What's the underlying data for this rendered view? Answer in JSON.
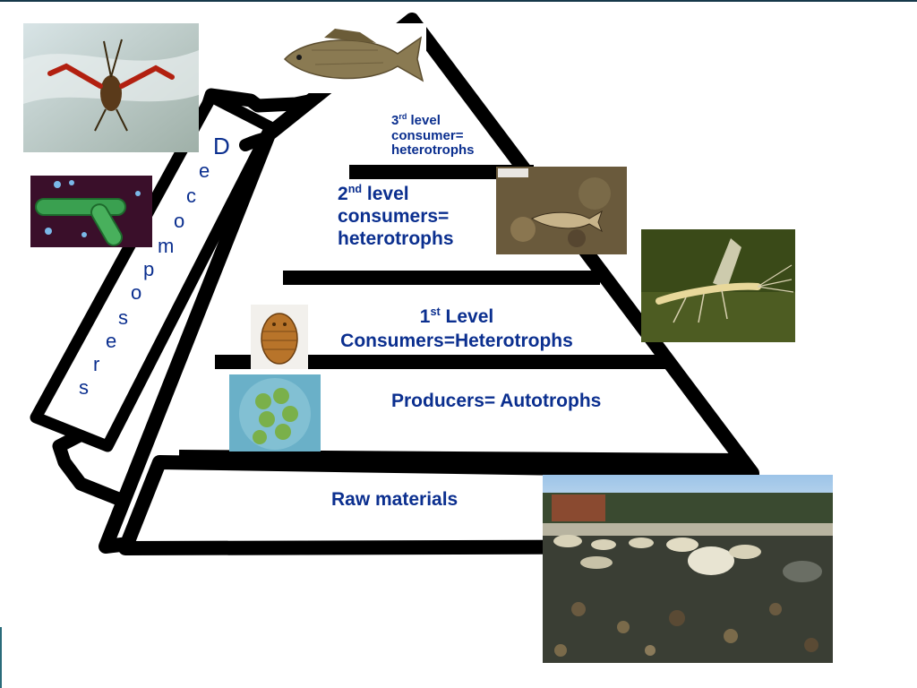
{
  "pyramid": {
    "level3": {
      "sup": "rd",
      "text": "level\nconsumer=\nheterotrophs",
      "num": "3"
    },
    "level2": {
      "num": "2",
      "sup": "nd",
      "line1": "level",
      "line2": "consumers=",
      "line3": "heterotrophs"
    },
    "level1": {
      "num": "1",
      "sup": "st",
      "line1": "Level",
      "line2": "Consumers=Heterotrophs"
    },
    "producers": {
      "text": "Producers= Autotrophs"
    },
    "raw": {
      "text": "Raw materials"
    }
  },
  "decomposers": {
    "letters": [
      "D",
      "e",
      "c",
      "o",
      "m",
      "p",
      "o",
      "s",
      "e",
      "r",
      "s"
    ]
  },
  "colors": {
    "text": "#0b2f8f",
    "outline": "#000000",
    "background": "#ffffff"
  },
  "photos": [
    "crayfish-photo",
    "bass-fish-photo",
    "bacteria-photo",
    "minnow-photo",
    "mayfly-photo",
    "larva-photo",
    "algae-photo",
    "pond-stones-photo"
  ]
}
